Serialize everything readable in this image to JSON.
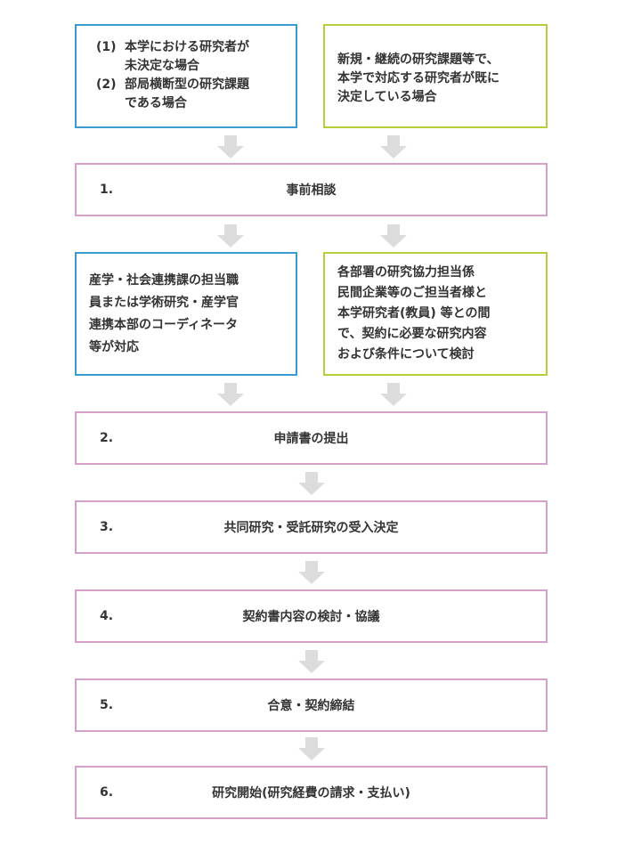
{
  "top_left": {
    "items": [
      {
        "num": "(1)",
        "lines": [
          "本学における研究者が",
          "未決定な場合"
        ]
      },
      {
        "num": "(2)",
        "lines": [
          "部局横断型の研究課題",
          "である場合"
        ]
      }
    ]
  },
  "top_right": {
    "lines": [
      "新規・継続の研究課題等で、",
      "本学で対応する研究者が既に",
      "決定している場合"
    ]
  },
  "mid_left": {
    "lines": [
      "産学・社会連携課の担当職",
      "員または学術研究・産学官",
      "連携本部のコーディネータ",
      "等が対応"
    ]
  },
  "mid_right": {
    "lines": [
      "各部署の研究協力担当係",
      "民間企業等のご担当者様と",
      "本学研究者(教員) 等との間",
      "で、契約に必要な研究内容",
      "および条件について検討"
    ]
  },
  "steps": [
    {
      "num": "1.",
      "label": "事前相談"
    },
    {
      "num": "2.",
      "label": "申請書の提出"
    },
    {
      "num": "3.",
      "label": "共同研究・受託研究の受入決定"
    },
    {
      "num": "4.",
      "label": "契約書内容の検討・協議"
    },
    {
      "num": "5.",
      "label": "合意・契約締結"
    },
    {
      "num": "6.",
      "label": "研究開始(研究経費の請求・支払い)"
    }
  ]
}
